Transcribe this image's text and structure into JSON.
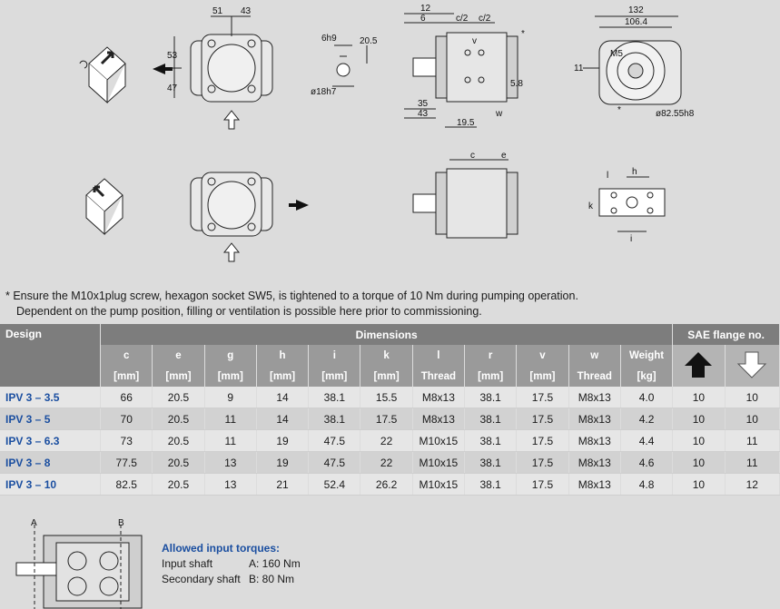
{
  "drawing_labels": {
    "d51": "51",
    "d43": "43",
    "d53": "53",
    "d47": "47",
    "h6h9": "6h9",
    "h20_5": "20.5",
    "h18h7": "ø18h7",
    "s12": "12",
    "s6": "6",
    "sc2a": "c/2",
    "sc2b": "c/2",
    "s35": "35",
    "s43": "43",
    "s19_5": "19.5",
    "s5_8": "5.8",
    "sv": "v",
    "sw": "w",
    "sstar": "*",
    "f132": "132",
    "f106_4": "106.4",
    "fM5": "M5",
    "f11": "11",
    "fdia": "ø82.55h8",
    "fstar": "*",
    "bc": "c",
    "be": "e",
    "lh": "h",
    "ll": "l",
    "lk": "k",
    "li": "i",
    "A": "A",
    "B": "B"
  },
  "note": {
    "line1": "* Ensure the M10x1plug screw, hexagon socket SW5, is tightened to a torque of 10 Nm during pumping operation.",
    "line2": "Dependent on the pump position, filling or ventilation is possible here prior to commissioning."
  },
  "table": {
    "design_header": "Design",
    "dimensions_header": "Dimensions",
    "sae_header": "SAE flange no.",
    "columns": [
      "c",
      "e",
      "g",
      "h",
      "i",
      "k",
      "l",
      "r",
      "v",
      "w",
      "Weight"
    ],
    "units": [
      "[mm]",
      "[mm]",
      "[mm]",
      "[mm]",
      "[mm]",
      "[mm]",
      "Thread",
      "[mm]",
      "[mm]",
      "Thread",
      "[kg]"
    ],
    "rows": [
      {
        "design": "IPV 3 – 3.5",
        "values": [
          "66",
          "20.5",
          "9",
          "14",
          "38.1",
          "15.5",
          "M8x13",
          "38.1",
          "17.5",
          "M8x13",
          "4.0"
        ],
        "sae_up": "10",
        "sae_down": "10"
      },
      {
        "design": "IPV 3 – 5",
        "values": [
          "70",
          "20.5",
          "11",
          "14",
          "38.1",
          "17.5",
          "M8x13",
          "38.1",
          "17.5",
          "M8x13",
          "4.2"
        ],
        "sae_up": "10",
        "sae_down": "10"
      },
      {
        "design": "IPV 3 – 6.3",
        "values": [
          "73",
          "20.5",
          "11",
          "19",
          "47.5",
          "22",
          "M10x15",
          "38.1",
          "17.5",
          "M8x13",
          "4.4"
        ],
        "sae_up": "10",
        "sae_down": "11"
      },
      {
        "design": "IPV 3 – 8",
        "values": [
          "77.5",
          "20.5",
          "13",
          "19",
          "47.5",
          "22",
          "M10x15",
          "38.1",
          "17.5",
          "M8x13",
          "4.6"
        ],
        "sae_up": "10",
        "sae_down": "11"
      },
      {
        "design": "IPV 3 – 10",
        "values": [
          "82.5",
          "20.5",
          "13",
          "21",
          "52.4",
          "26.2",
          "M10x15",
          "38.1",
          "17.5",
          "M8x13",
          "4.8"
        ],
        "sae_up": "10",
        "sae_down": "12"
      }
    ]
  },
  "torques": {
    "title": "Allowed input torques:",
    "rows": [
      {
        "label": "Input shaft",
        "value": "A: 160 Nm"
      },
      {
        "label": "Secondary shaft",
        "value": "B:   80 Nm"
      }
    ]
  }
}
